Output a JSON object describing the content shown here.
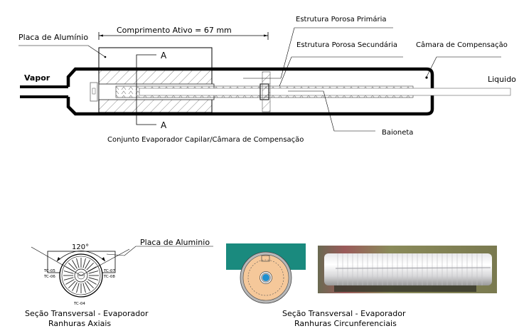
{
  "figure": {
    "top_diagram": {
      "caption": "Conjunto Evaporador Capilar/Câmara de Compensação",
      "labels": {
        "placa_aluminio": "Placa de Alumínio",
        "comprimento_ativo": "Comprimento Ativo = 67 mm",
        "estrutura_primaria": "Estrutura Porosa Primária",
        "estrutura_secundaria": "Estrutura Porosa Secundária",
        "camara_compensacao": "Câmara de Compensação",
        "vapor": "Vapor",
        "liquido": "Liquido",
        "baioneta": "Baioneta",
        "section_a_top": "A",
        "section_a_bottom": "A"
      }
    },
    "axial_section": {
      "angle": "120°",
      "plate_label": "Placa de Aluminio",
      "thermocouples": {
        "tc05": "TC-05",
        "tc06": "TC-06",
        "tc07": "TC-07",
        "tc08": "TC-08",
        "tc04": "TC-04"
      },
      "caption_line1": "Seção Transversal - Evaporador",
      "caption_line2": "Ranhuras Axiais"
    },
    "circumferential_section": {
      "caption_line1": "Seção Transversal - Evaporador",
      "caption_line2": "Ranhuras Circunferenciais",
      "colors": {
        "plate": "#1a8a7e",
        "wick": "#f5c89a",
        "casing": "#b8b8b8",
        "core": "#1e90d0"
      }
    }
  }
}
